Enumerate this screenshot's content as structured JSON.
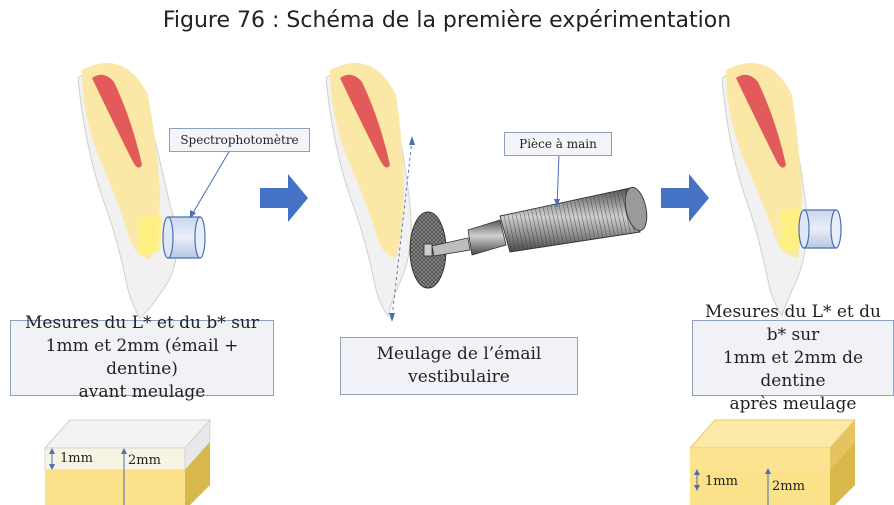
{
  "title": "Figure 76 : Schéma de la première expérimentation",
  "callouts": {
    "spectro": "Spectrophotomètre",
    "handpiece": "Pièce à main"
  },
  "boxes": {
    "before": [
      "Mesures du L* et du b* sur",
      "1mm et 2mm (émail + dentine)",
      "avant meulage"
    ],
    "grinding": [
      "Meulage de l’émail",
      "vestibulaire"
    ],
    "after": [
      "Mesures du L* et du b* sur",
      "1mm et 2mm de dentine",
      "après meulage"
    ]
  },
  "block_labels": {
    "left_1": "1mm",
    "left_2": "2mm",
    "right_1": "1mm",
    "right_2": "2mm"
  }
}
